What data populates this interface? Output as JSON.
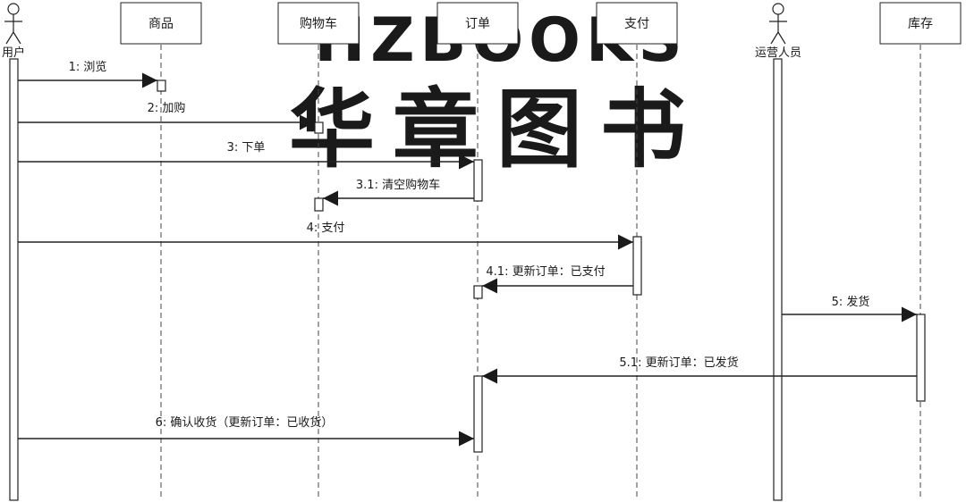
{
  "diagram": {
    "watermark": {
      "top": "HZBOOKS",
      "bottom": "华章图书"
    },
    "actors": [
      {
        "id": "user",
        "label": "用户"
      },
      {
        "id": "ops",
        "label": "运营人员"
      }
    ],
    "objects": [
      {
        "id": "product",
        "label": "商品"
      },
      {
        "id": "cart",
        "label": "购物车"
      },
      {
        "id": "order",
        "label": "订单"
      },
      {
        "id": "payment",
        "label": "支付"
      },
      {
        "id": "inventory",
        "label": "库存"
      }
    ],
    "messages": [
      {
        "id": "m1",
        "from": "user",
        "to": "product",
        "label": "1: 浏览"
      },
      {
        "id": "m2",
        "from": "user",
        "to": "cart",
        "label": "2: 加购"
      },
      {
        "id": "m3",
        "from": "user",
        "to": "order",
        "label": "3: 下单"
      },
      {
        "id": "m31",
        "from": "order",
        "to": "cart",
        "label": "3.1: 清空购物车"
      },
      {
        "id": "m4",
        "from": "user",
        "to": "payment",
        "label": "4: 支付"
      },
      {
        "id": "m41",
        "from": "payment",
        "to": "order",
        "label": "4.1: 更新订单：已支付"
      },
      {
        "id": "m5",
        "from": "ops",
        "to": "inventory",
        "label": "5: 发货"
      },
      {
        "id": "m51",
        "from": "inventory",
        "to": "order",
        "label": "5.1: 更新订单：已发货"
      },
      {
        "id": "m6",
        "from": "user",
        "to": "order",
        "label": "6: 确认收货（更新订单：已收货）"
      }
    ]
  }
}
